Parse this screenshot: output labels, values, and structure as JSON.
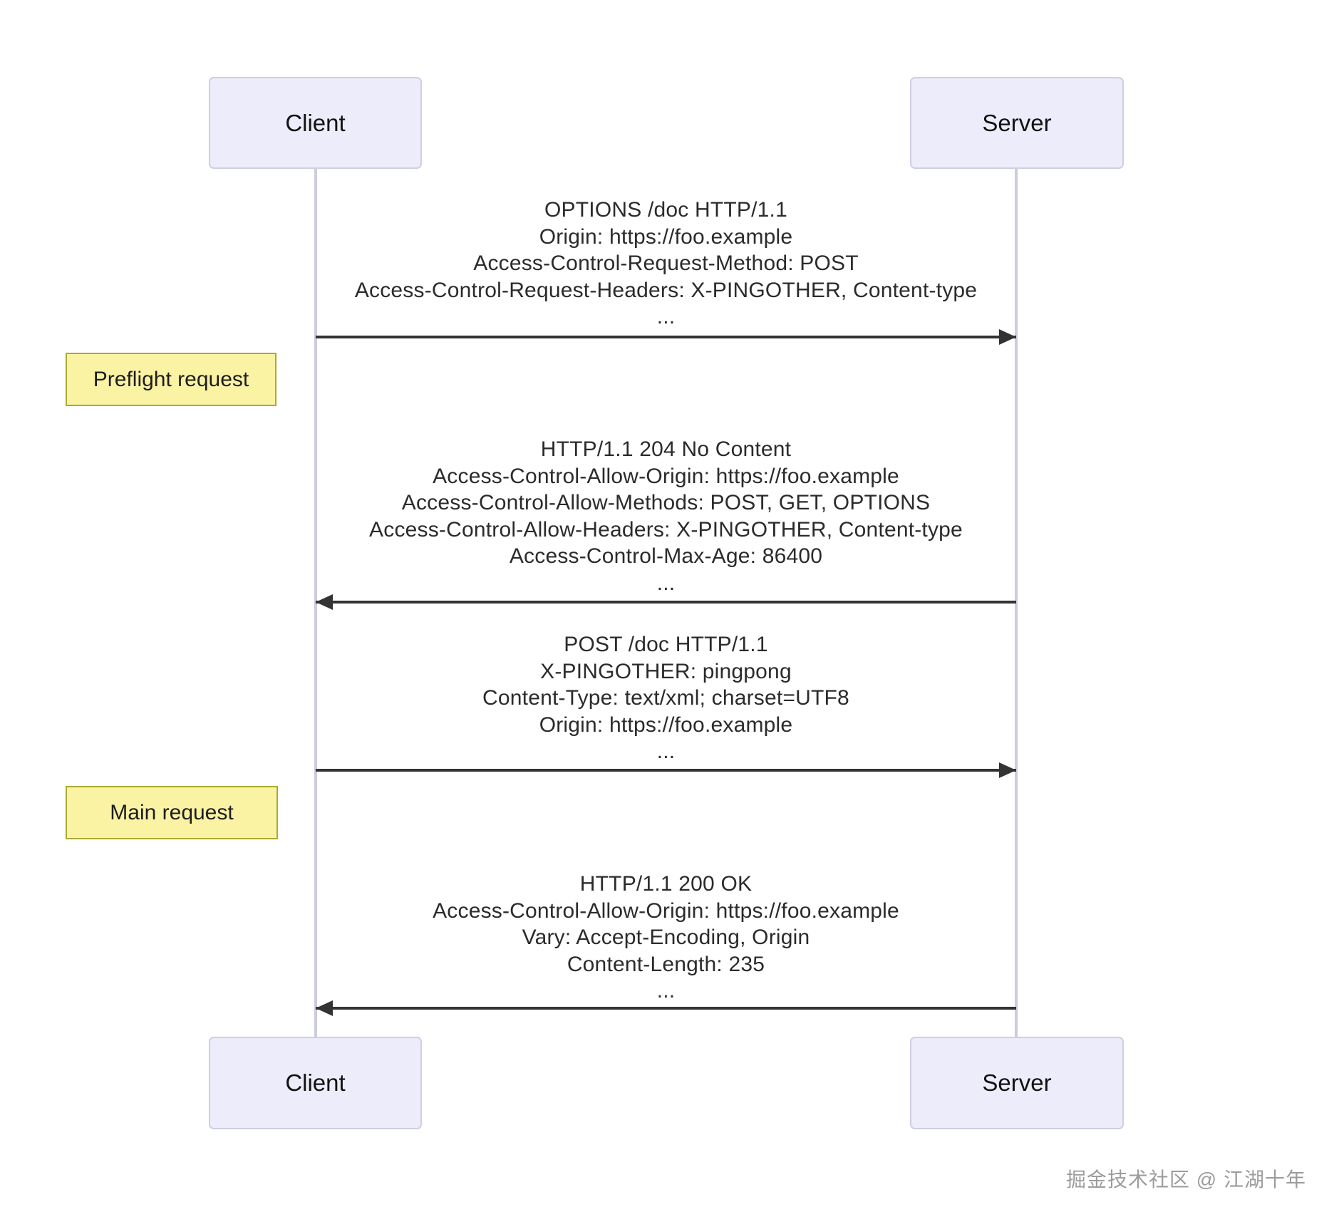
{
  "diagram": {
    "type": "sequence-diagram",
    "topic": "CORS preflight and main request flow",
    "actors": [
      {
        "name": "Client"
      },
      {
        "name": "Server"
      }
    ],
    "messages": [
      {
        "from": "Client",
        "to": "Server",
        "direction": "right",
        "lines": [
          "OPTIONS /doc HTTP/1.1",
          "Origin: https://foo.example",
          "Access-Control-Request-Method: POST",
          "Access-Control-Request-Headers: X-PINGOTHER, Content-type",
          "..."
        ]
      },
      {
        "from": "Server",
        "to": "Client",
        "direction": "left",
        "lines": [
          "HTTP/1.1 204 No Content",
          "Access-Control-Allow-Origin: https://foo.example",
          "Access-Control-Allow-Methods: POST, GET, OPTIONS",
          "Access-Control-Allow-Headers: X-PINGOTHER, Content-type",
          "Access-Control-Max-Age: 86400",
          "..."
        ]
      },
      {
        "from": "Client",
        "to": "Server",
        "direction": "right",
        "lines": [
          "POST /doc HTTP/1.1",
          "X-PINGOTHER: pingpong",
          "Content-Type: text/xml; charset=UTF8",
          "Origin: https://foo.example",
          "..."
        ]
      },
      {
        "from": "Server",
        "to": "Client",
        "direction": "left",
        "lines": [
          "HTTP/1.1 200 OK",
          "Access-Control-Allow-Origin: https://foo.example",
          "Vary: Accept-Encoding, Origin",
          "Content-Length: 235",
          "..."
        ]
      }
    ],
    "notes": [
      {
        "label": "Preflight request"
      },
      {
        "label": "Main request"
      }
    ],
    "watermark": "掘金技术社区 @ 江湖十年",
    "colors": {
      "actor_fill": "#ECECFA",
      "actor_border": "#CFCFE3",
      "lifeline": "#CCCCDF",
      "arrow": "#333333",
      "note_fill": "#FBF3A4",
      "note_border": "#AAAA33",
      "text": "#2B2B2B",
      "watermark": "#9C9C9C"
    }
  }
}
